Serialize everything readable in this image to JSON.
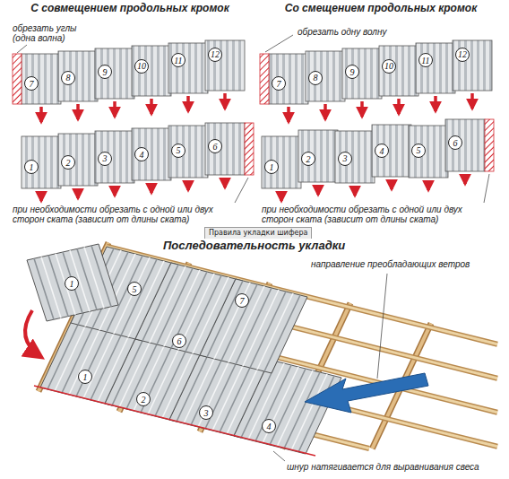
{
  "diagram": {
    "nodes": [
      {
        "text": [
          "7"
        ]
      },
      {
        "text": [
          "8"
        ]
      },
      {
        "text": [
          "9"
        ]
      },
      {
        "text": [
          "10"
        ]
      },
      {
        "text": [
          "11"
        ]
      },
      {
        "text": [
          "12"
        ]
      },
      {
        "text": [
          "1"
        ]
      },
      {
        "text": [
          "2"
        ]
      },
      {
        "text": [
          "3"
        ]
      },
      {
        "text": [
          "4"
        ]
      },
      {
        "text": [
          "5"
        ]
      },
      {
        "text": [
          "6"
        ]
      },
      {
        "text": [
          "7"
        ]
      },
      {
        "text": [
          "8"
        ]
      },
      {
        "text": [
          "9"
        ]
      },
      {
        "text": [
          "10"
        ]
      },
      {
        "text": [
          "11"
        ]
      },
      {
        "text": [
          "12"
        ]
      },
      {
        "text": [
          "1"
        ]
      },
      {
        "text": [
          "2"
        ]
      },
      {
        "text": [
          "3"
        ]
      },
      {
        "text": [
          "4"
        ]
      },
      {
        "text": [
          "5"
        ]
      },
      {
        "text": [
          "6"
        ]
      },
      {
        "text": [
          "Правила укладки шифера"
        ]
      },
      {
        "text": [
          "1"
        ]
      },
      {
        "text": [
          "5"
        ]
      },
      {
        "text": [
          "7"
        ]
      },
      {
        "text": [
          "6"
        ]
      },
      {
        "text": [
          "1"
        ]
      },
      {
        "text": [
          "2"
        ]
      },
      {
        "text": [
          "3"
        ]
      },
      {
        "text": [
          "4"
        ]
      }
    ],
    "labels": [
      "С совмещением продольных кромок",
      "Со смещением продольных кромок",
      "обрезать углы (одна волна)",
      "обрезать одну волну",
      "при необходимости обрезать с одной или двух сторон ската (зависит от длины ската)",
      "при необходимости обрезать с одной или двух сторон ската (зависит от длины ската)",
      "Последовательность укладки",
      "направление преобладающих ветров",
      "шнур натягивается для выравнивания свеса"
    ]
  }
}
